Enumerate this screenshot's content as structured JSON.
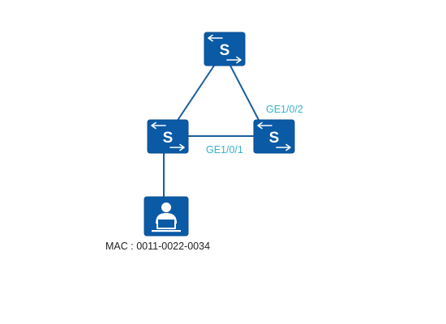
{
  "colors": {
    "device_fill": "#0a5aa6",
    "device_stroke": "#0a4f93",
    "device_glyph": "#ffffff",
    "link": "#1a5e9c",
    "port_label": "#3bb1c8",
    "text": "#222222"
  },
  "devices": [
    {
      "id": "switch-top",
      "type": "switch",
      "icon": "switch-icon",
      "glyph": "S"
    },
    {
      "id": "switch-left",
      "type": "switch",
      "icon": "switch-icon",
      "glyph": "S"
    },
    {
      "id": "switch-right",
      "type": "switch",
      "icon": "switch-icon",
      "glyph": "S"
    },
    {
      "id": "pc-host",
      "type": "pc",
      "icon": "pc-user-icon"
    }
  ],
  "links": [
    {
      "from": "switch-top",
      "to": "switch-left"
    },
    {
      "from": "switch-top",
      "to": "switch-right"
    },
    {
      "from": "switch-left",
      "to": "switch-right"
    },
    {
      "from": "switch-left",
      "to": "pc-host"
    }
  ],
  "labels": {
    "port_ge1_0_2": "GE1/0/2",
    "port_ge1_0_1": "GE1/0/1",
    "mac": "MAC : 0011-0022-0034"
  }
}
